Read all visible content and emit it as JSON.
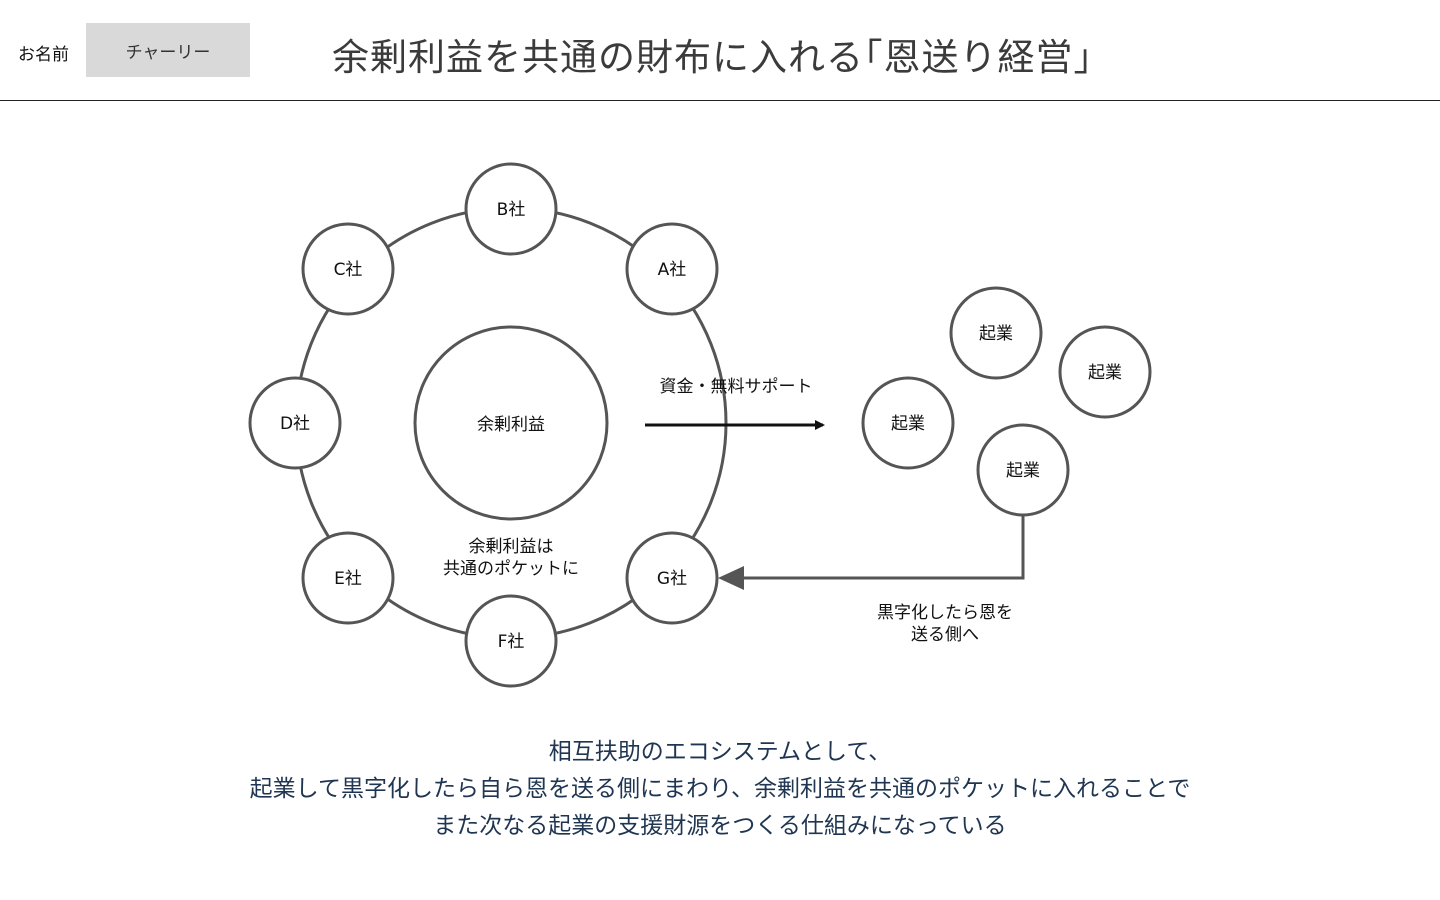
{
  "header": {
    "name_label": "お名前",
    "name_value": "チャーリー",
    "title": "余剰利益を共通の財布に入れる｢恩送り経営｣"
  },
  "diagram": {
    "center_label": "余剰利益",
    "companies": [
      "B社",
      "A社",
      "C社",
      "D社",
      "E社",
      "F社",
      "G社"
    ],
    "ring_note": [
      "余剰利益は",
      "共通のポケットに"
    ],
    "arrow_label": "資金・無料サポート",
    "startups": [
      "起業",
      "起業",
      "起業",
      "起業"
    ],
    "return_label": [
      "黒字化したら恩を",
      "送る側へ"
    ],
    "colors": {
      "stroke": "#555555",
      "arrow": "#111111",
      "caption": "#1f3551"
    }
  },
  "caption": {
    "line1": "相互扶助のエコシステムとして、",
    "line2": "起業して黒字化したら自ら恩を送る側にまわり、余剰利益を共通のポケットに入れることで",
    "line3": "また次なる起業の支援財源をつくる仕組みになっている"
  }
}
